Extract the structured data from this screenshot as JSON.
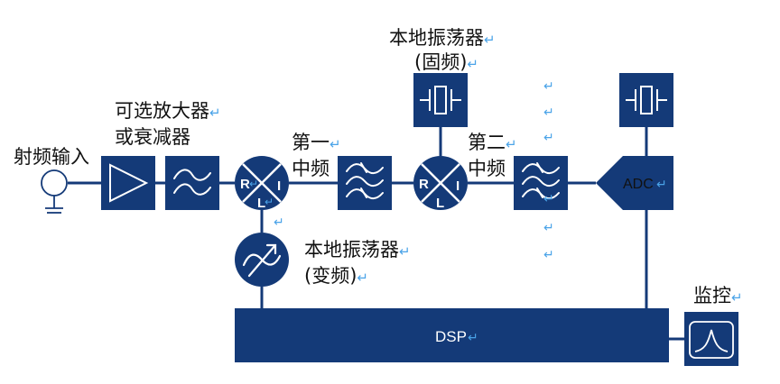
{
  "colors": {
    "block_fill": "#143a78",
    "line": "#143a78",
    "symbol": "#ffffff",
    "text": "#111111",
    "return_mark": "#4aa3e8"
  },
  "labels": {
    "rf_input": "射频输入",
    "amp_line1": "可选放大器",
    "amp_line2": "或衰减器",
    "if1_line1": "第一",
    "if1_line2": "中频",
    "if2_line1": "第二",
    "if2_line2": "中频",
    "lo_fixed_line1": "本地振荡器",
    "lo_fixed_line2": "(固频)",
    "lo_var_line1": "本地振荡器",
    "lo_var_line2": "(变频)",
    "monitor": "监控",
    "adc": "ADC",
    "dsp": "DSP",
    "mixer_r": "R",
    "mixer_l": "L",
    "mixer_i": "I",
    "return_glyph": "↵"
  },
  "blocks": [
    {
      "id": "rf-input",
      "icon": "antenna-ground-icon"
    },
    {
      "id": "amplifier",
      "icon": "amplifier-triangle-icon"
    },
    {
      "id": "filter-1",
      "icon": "bandpass-filter-icon"
    },
    {
      "id": "mixer-1",
      "icon": "mixer-icon"
    },
    {
      "id": "if-filter-1",
      "icon": "bandpass-filter-triple-icon"
    },
    {
      "id": "mixer-2",
      "icon": "mixer-icon"
    },
    {
      "id": "if-filter-2",
      "icon": "bandpass-filter-triple-icon"
    },
    {
      "id": "adc",
      "icon": "adc-block"
    },
    {
      "id": "lo-fixed",
      "icon": "crystal-oscillator-icon"
    },
    {
      "id": "adc-clock",
      "icon": "crystal-oscillator-icon"
    },
    {
      "id": "lo-variable",
      "icon": "tunable-oscillator-icon"
    },
    {
      "id": "dsp",
      "icon": "dsp-block"
    },
    {
      "id": "monitor",
      "icon": "spectrum-display-icon"
    }
  ]
}
